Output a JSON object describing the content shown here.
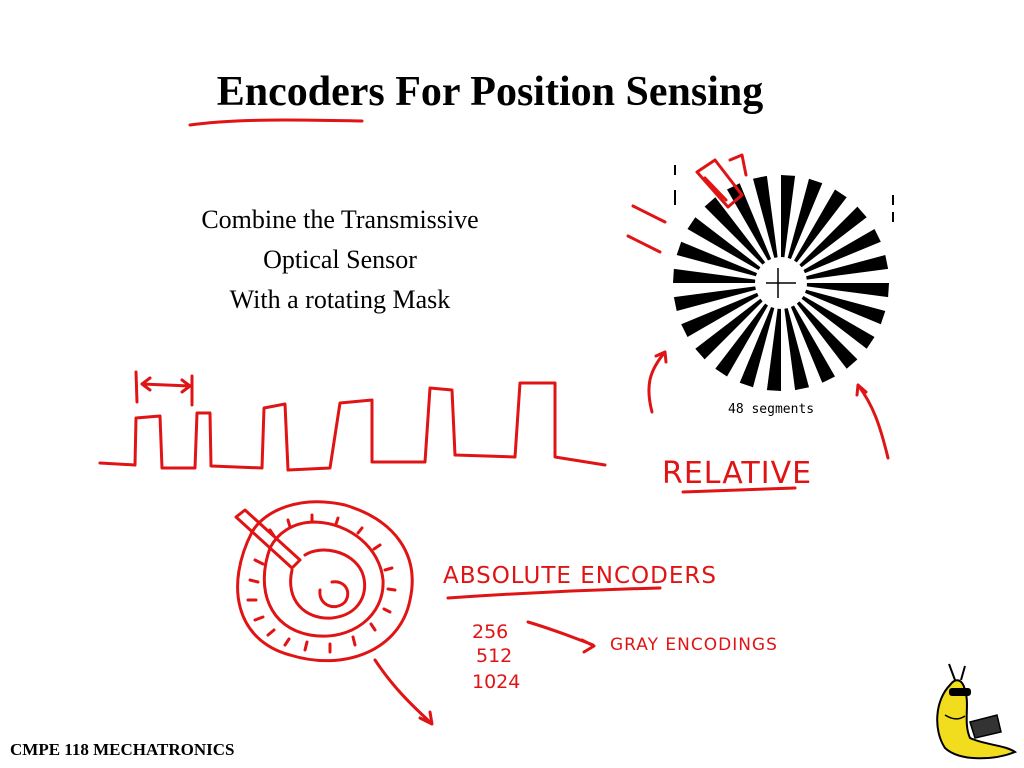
{
  "slide": {
    "title": "Encoders For Position Sensing",
    "body_lines": [
      "Combine the Transmissive",
      "Optical Sensor",
      "With a rotating Mask"
    ],
    "footer": "CMPE 118 MECHATRONICS"
  },
  "encoder_wheel": {
    "label": "48 segments",
    "segments": 48
  },
  "annotations": {
    "relative": "RELATIVE",
    "absolute": "ABSOLUTE ENCODERS",
    "gray": "GRAY ENCODINGS",
    "resolutions": [
      "256",
      "512",
      "1024"
    ]
  },
  "colors": {
    "ink": "#e01414",
    "text": "#000000",
    "mascot": "#f2dc1e"
  },
  "icons": {
    "mascot": "banana-slug-mascot-icon"
  }
}
